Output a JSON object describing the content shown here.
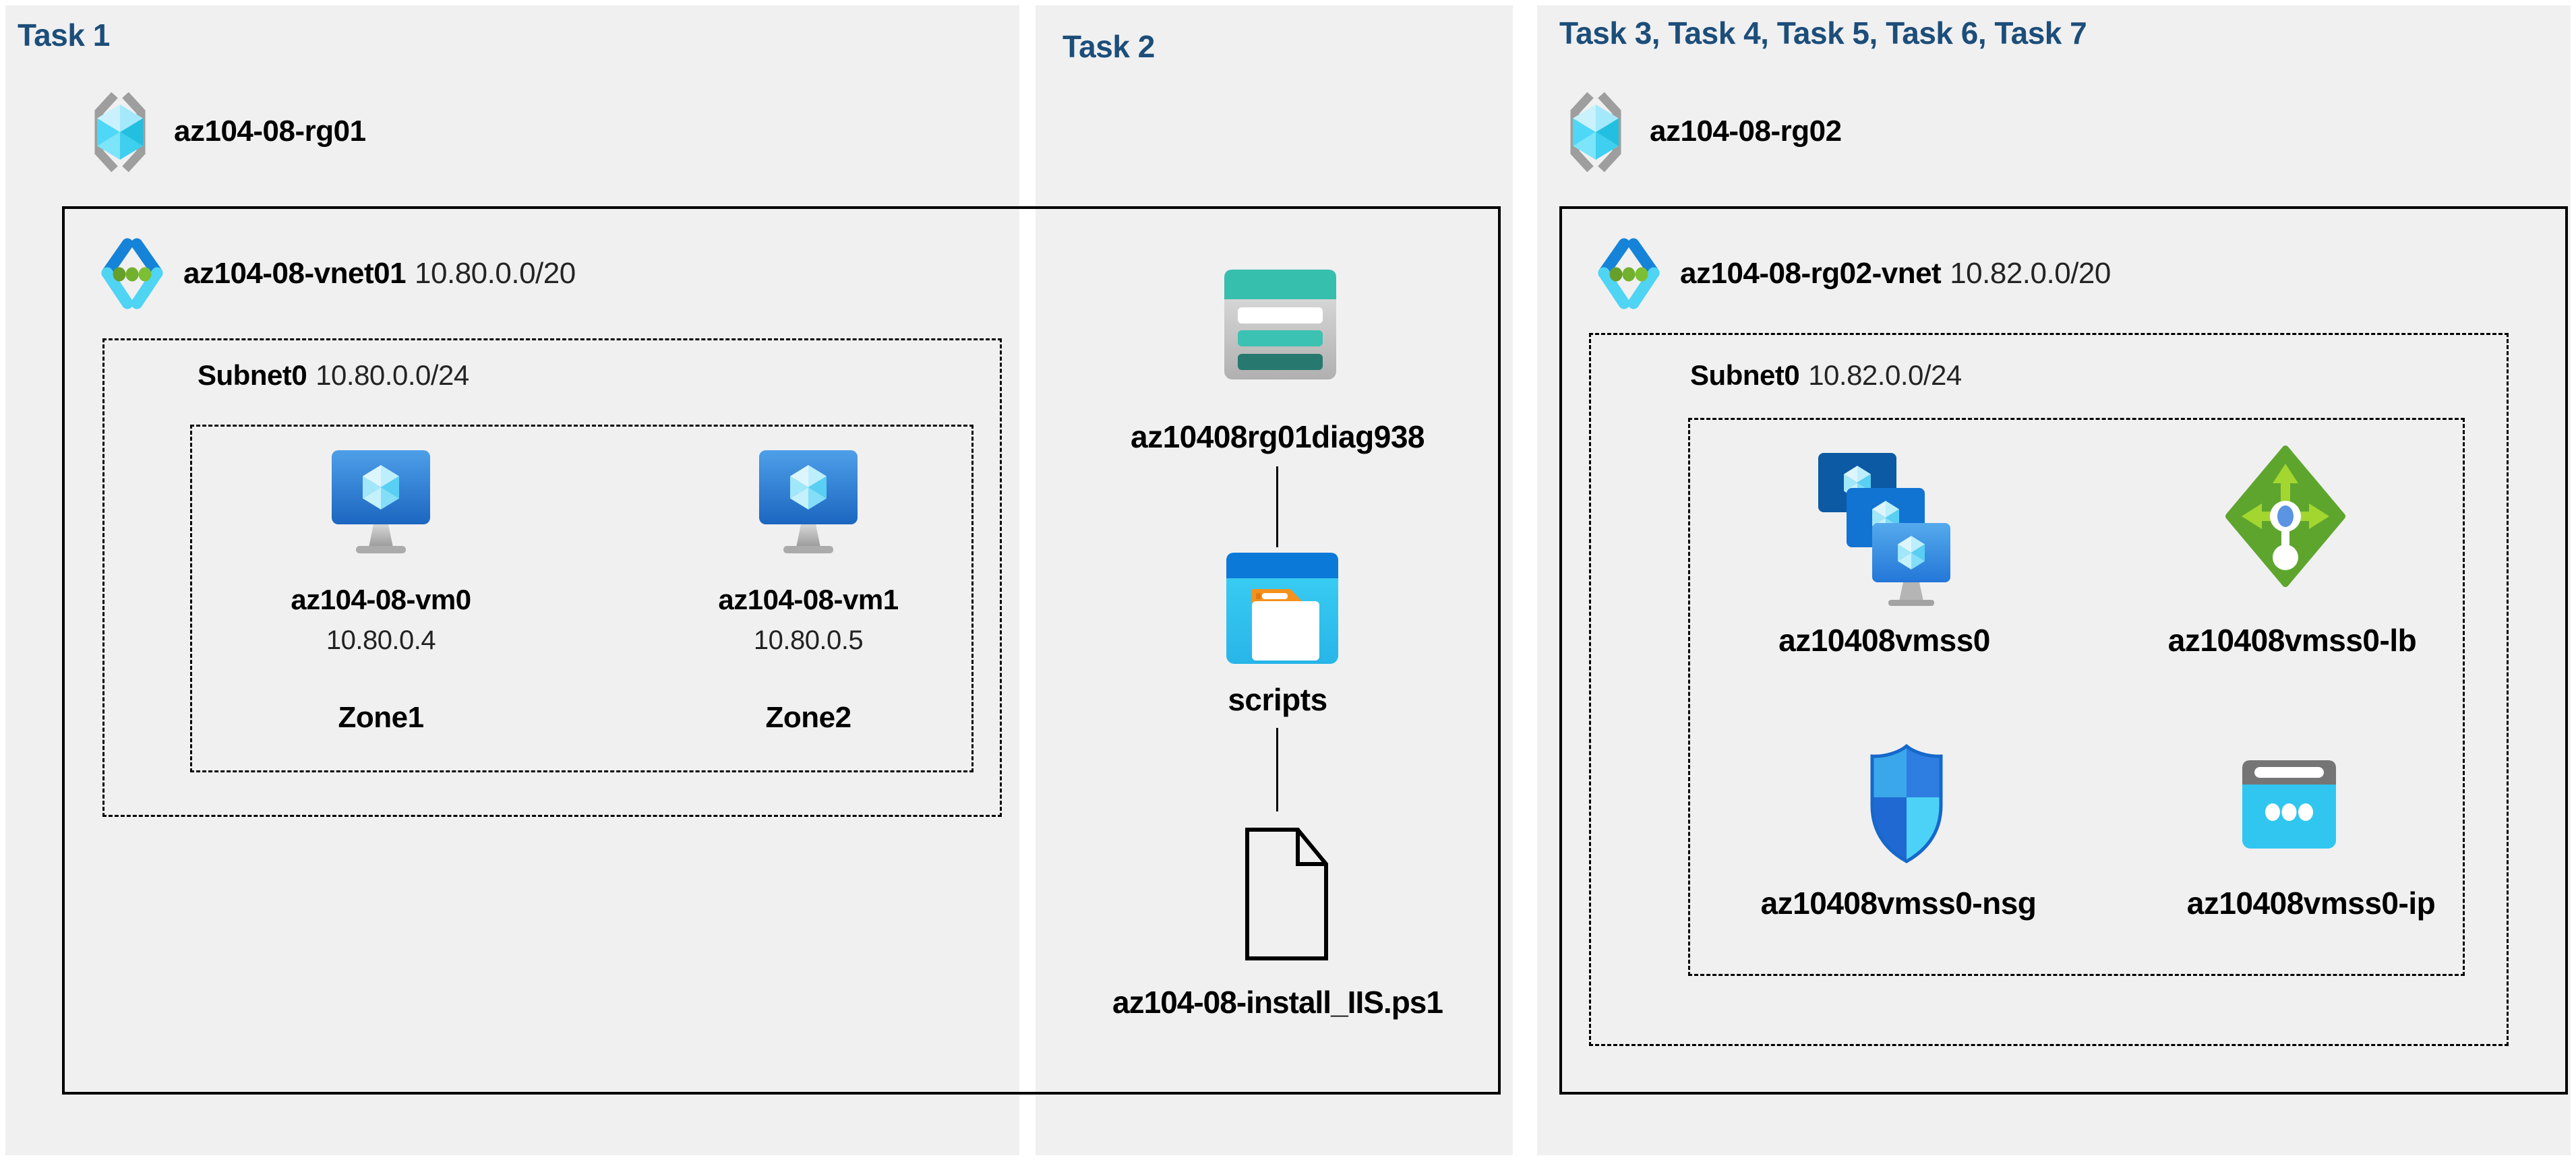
{
  "page": {
    "background": "#ffffff",
    "panel_background": "#f0f0f1",
    "accent_navy": "#1d4e7a",
    "line_color": "#000000"
  },
  "panels": [
    {
      "title": "Task 1",
      "resource_group": {
        "name": "az104-08-rg01",
        "icon": "resource-group-icon"
      },
      "vnet": {
        "name": "az104-08-vnet01",
        "cidr": "10.80.0.0/20",
        "icon": "virtual-network-icon"
      },
      "subnet": {
        "name": "Subnet0",
        "cidr": "10.80.0.0/24"
      },
      "vms": [
        {
          "name": "az104-08-vm0",
          "ip": "10.80.0.4",
          "zone": "Zone1",
          "icon": "virtual-machine-icon"
        },
        {
          "name": "az104-08-vm1",
          "ip": "10.80.0.5",
          "zone": "Zone2",
          "icon": "virtual-machine-icon"
        }
      ]
    },
    {
      "title": "Task 2",
      "storage_account": {
        "name": "az10408rg01diag938",
        "icon": "storage-account-icon"
      },
      "container": {
        "name": "scripts",
        "icon": "blob-container-folder-icon"
      },
      "file": {
        "name": "az104-08-install_IIS.ps1",
        "icon": "file-icon"
      }
    },
    {
      "title": "Task 3, Task 4, Task 5, Task 6, Task 7",
      "resource_group": {
        "name": "az104-08-rg02",
        "icon": "resource-group-icon"
      },
      "vnet": {
        "name": "az104-08-rg02-vnet",
        "cidr": "10.82.0.0/20",
        "icon": "virtual-network-icon"
      },
      "subnet": {
        "name": "Subnet0",
        "cidr": "10.82.0.0/24"
      },
      "resources": [
        {
          "name": "az10408vmss0",
          "type": "vm-scale-set",
          "icon": "vm-scale-set-icon"
        },
        {
          "name": "az10408vmss0-lb",
          "type": "load-balancer",
          "icon": "load-balancer-icon"
        },
        {
          "name": "az10408vmss0-nsg",
          "type": "network-security-group",
          "icon": "nsg-shield-icon"
        },
        {
          "name": "az10408vmss0-ip",
          "type": "public-ip-address",
          "icon": "public-ip-icon"
        }
      ]
    }
  ]
}
